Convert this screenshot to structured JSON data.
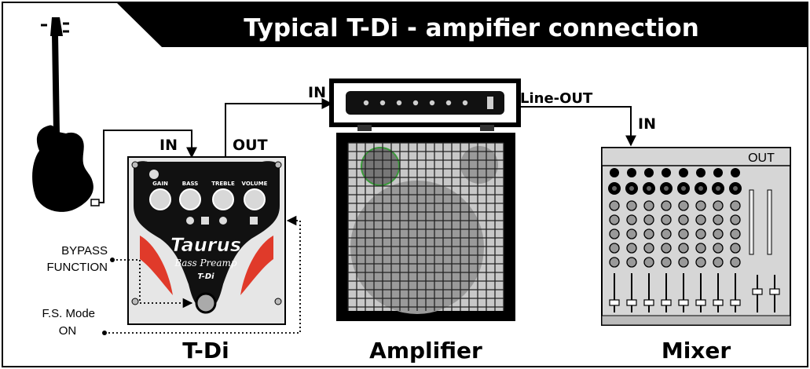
{
  "header": {
    "title": "Typical T-Di - ampifier connection"
  },
  "connections": {
    "tdi_in": "IN",
    "tdi_out": "OUT",
    "amp_in": "IN",
    "amp_line_out": "Line-OUT",
    "mixer_in": "IN"
  },
  "devices": {
    "tdi": {
      "name": "T-Di",
      "logo": "Taurus",
      "subtitle": "Bass Preamp",
      "model": "T-Di",
      "knobs": [
        "GAIN",
        "BASS",
        "TREBLE",
        "VOLUME"
      ]
    },
    "amplifier": {
      "name": "Amplifier"
    },
    "mixer": {
      "name": "Mixer",
      "out_label": "OUT"
    }
  },
  "annotations": {
    "bypass_line1": "BYPASS",
    "bypass_line2": "FUNCTION",
    "fs_line1": "F.S. Mode",
    "fs_line2": "ON"
  },
  "colors": {
    "frame": "#000000",
    "cabinet_grille": "#c8c8c8",
    "speaker_fill": "#9a9a9a",
    "tweeter_green": "#3a9a3a",
    "pedal_body": "#e6e6e6",
    "pedal_accent": "#e03a2a",
    "mixer_body": "#d6d6d6"
  }
}
